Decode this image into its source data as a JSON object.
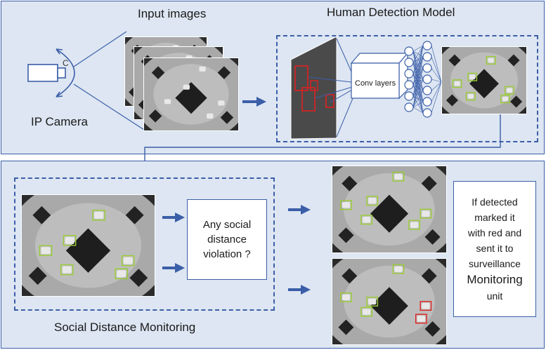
{
  "top": {
    "input_label": "Input images",
    "model_label": "Human Detection Model",
    "camera_label": "IP Camera",
    "camera_glyph": "C",
    "conv_label": "Conv layers"
  },
  "bottom": {
    "section_label": "Social Distance Monitoring",
    "question_lines": [
      "Any social",
      "distance",
      "violation ?"
    ],
    "result_lines": [
      "If detected",
      "marked it",
      "with red and",
      "sent it to",
      "surveillance"
    ],
    "result_big": "Monitoring",
    "result_last": "unit"
  },
  "colors": {
    "panel_bg": "#dde6f2",
    "accent": "#3b5ea8",
    "detect_green": "#9acd32",
    "detect_red": "#e02020"
  }
}
